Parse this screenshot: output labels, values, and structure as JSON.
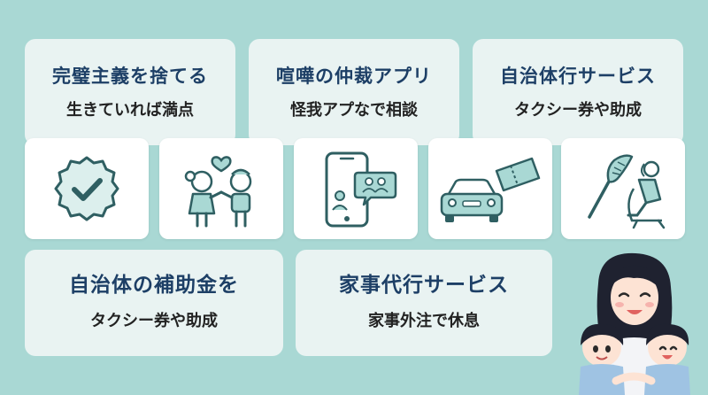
{
  "top_cards": [
    {
      "title": "完璧主義を捨てる",
      "subtitle": "生きていれば満点"
    },
    {
      "title": "喧嘩の仲裁アプリ",
      "subtitle": "怪我アプなで相談"
    },
    {
      "title": "自治体行サービス",
      "subtitle": "タクシー券や助成"
    }
  ],
  "bottom_cards": [
    {
      "title": "自治体の補助金を",
      "subtitle": "タクシー券や助成"
    },
    {
      "title": "家事代行サービス",
      "subtitle": "家事外注で休息"
    }
  ],
  "icons": [
    "check-badge-icon",
    "kids-heart-icon",
    "phone-chat-icon",
    "taxi-ticket-icon",
    "duster-relax-icon"
  ],
  "colors": {
    "background": "#a9d8d4",
    "card": "#e9f3f2",
    "title": "#1d3f66",
    "icon_stroke": "#2f5f62",
    "icon_fill": "#a9d8d4"
  }
}
